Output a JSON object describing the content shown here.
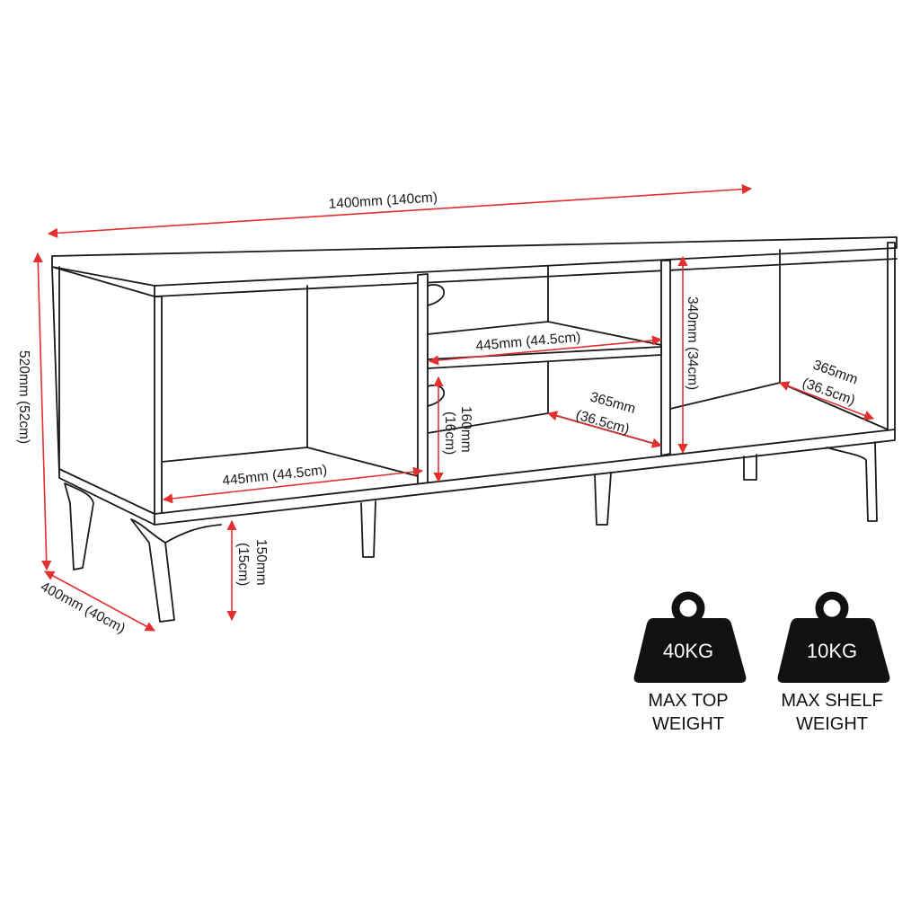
{
  "dimensions": {
    "width": "1400mm (140cm)",
    "height_line1": "520mm (52cm)",
    "depth": "400mm (40cm)",
    "left_shelf_width": "445mm (44.5cm)",
    "middle_shelf_width": "445mm (44.5cm)",
    "middle_depth_line1": "365mm",
    "middle_depth_line2": "(36.5cm)",
    "right_depth_line1": "365mm",
    "right_depth_line2": "(36.5cm)",
    "compartment_height": "340mm (34cm)",
    "lower_shelf_height_line1": "160mm",
    "lower_shelf_height_line2": "(16cm)",
    "leg_height_line1": "150mm",
    "leg_height_line2": "(15cm)"
  },
  "weights": {
    "top": {
      "value": "40KG",
      "caption_line1": "MAX TOP",
      "caption_line2": "WEIGHT"
    },
    "shelf": {
      "value": "10KG",
      "caption_line1": "MAX SHELF",
      "caption_line2": "WEIGHT"
    }
  },
  "colors": {
    "dimension_line": "#e03030",
    "outline": "#1a1a1a",
    "weight_icon": "#111111"
  }
}
